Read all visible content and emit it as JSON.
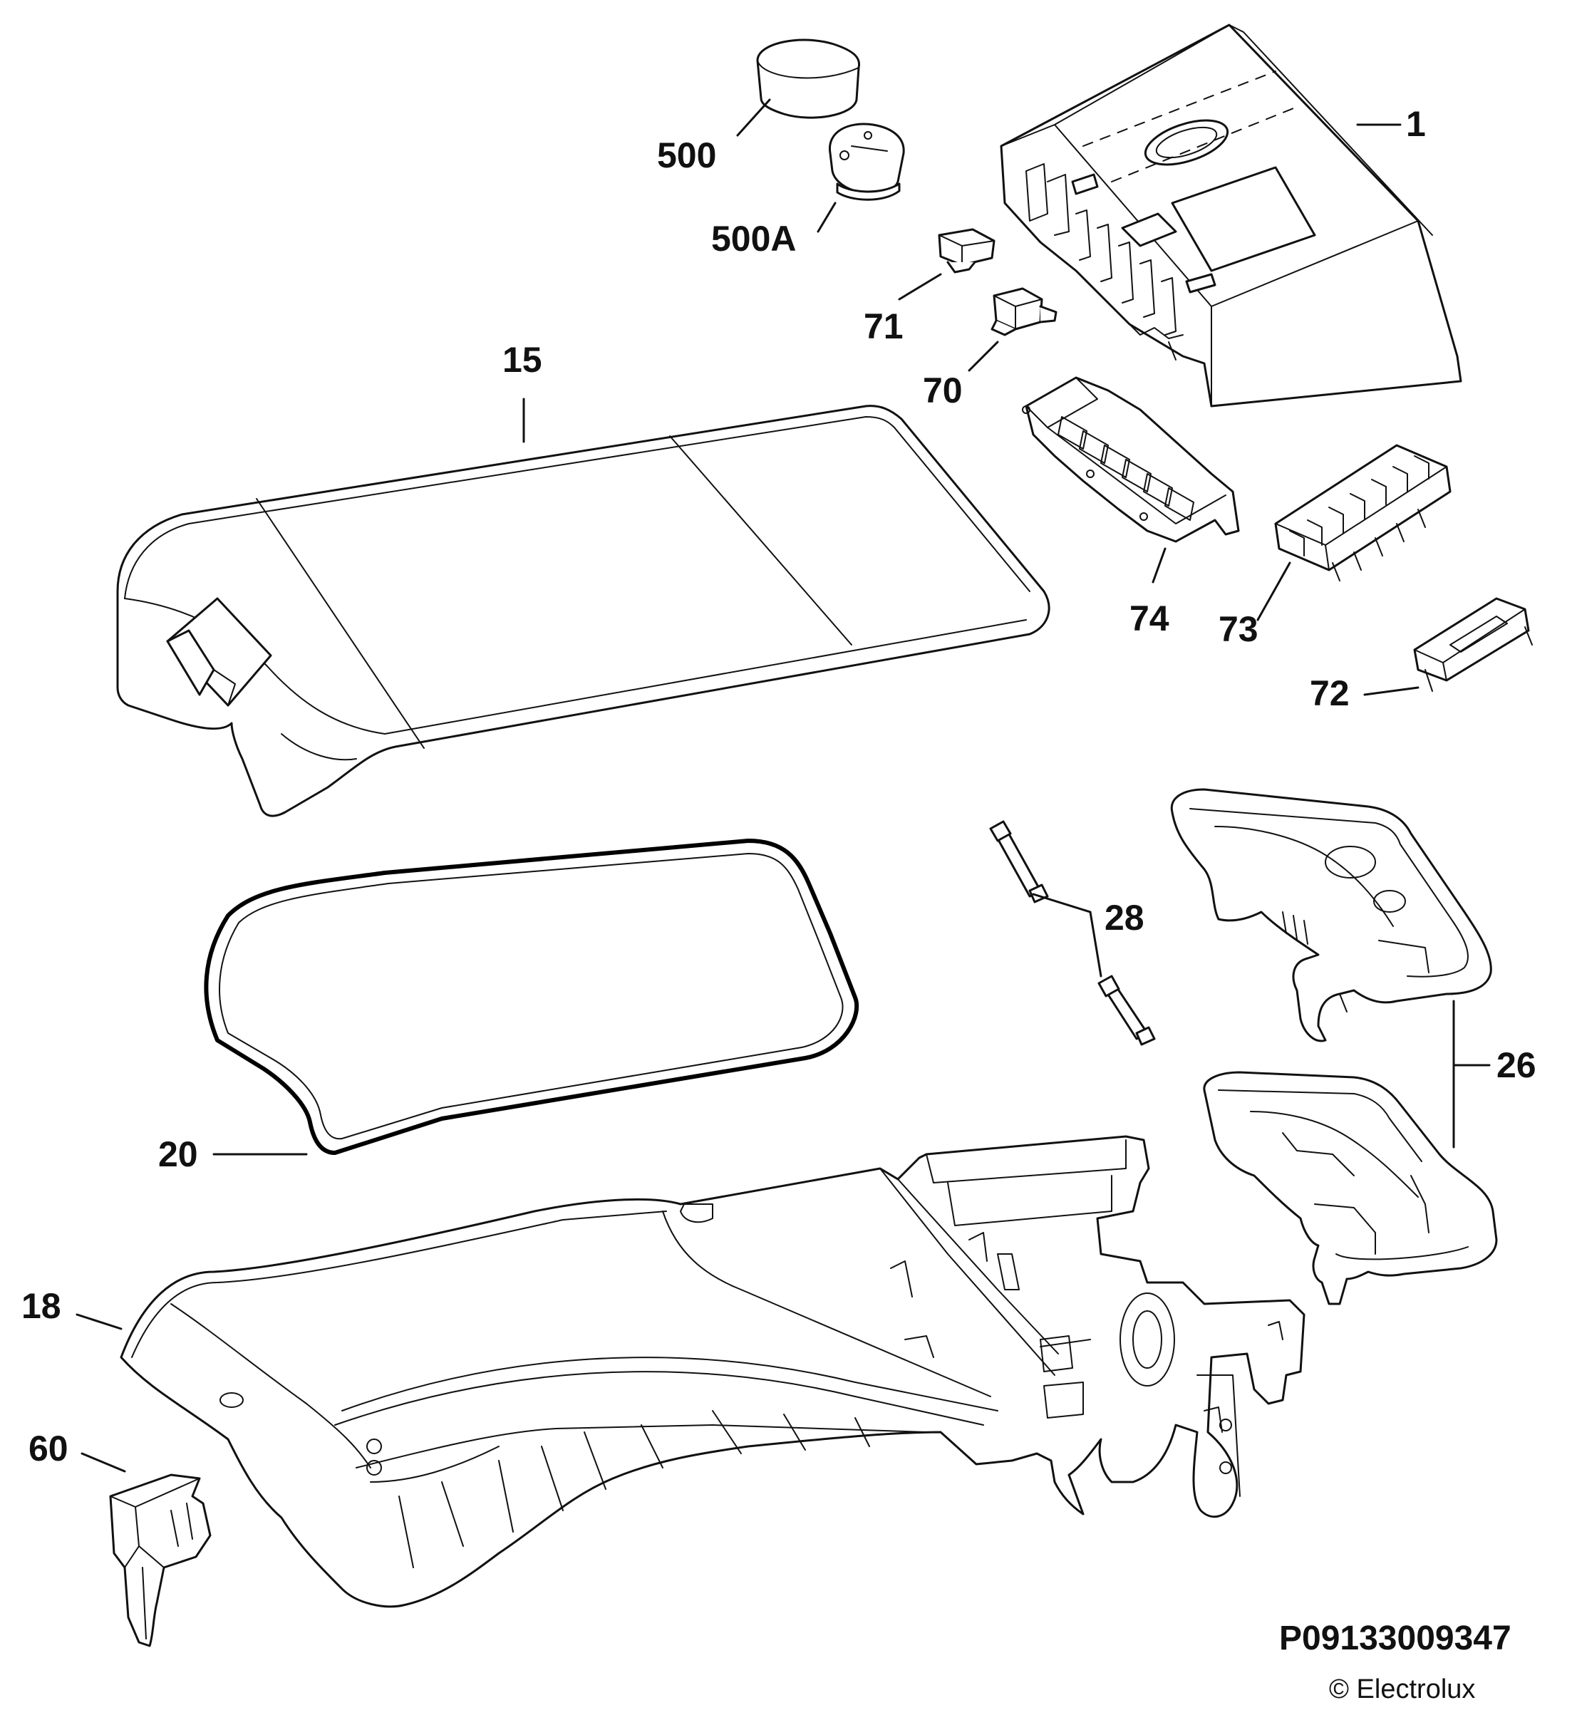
{
  "diagram": {
    "part_labels": {
      "p1": "1",
      "p15": "15",
      "p18": "18",
      "p20": "20",
      "p26": "26",
      "p28": "28",
      "p60": "60",
      "p70": "70",
      "p71": "71",
      "p72": "72",
      "p73": "73",
      "p74": "74",
      "p500": "500",
      "p500a": "500A"
    },
    "drawing_code": "P09133009347",
    "copyright": "© Electrolux"
  }
}
